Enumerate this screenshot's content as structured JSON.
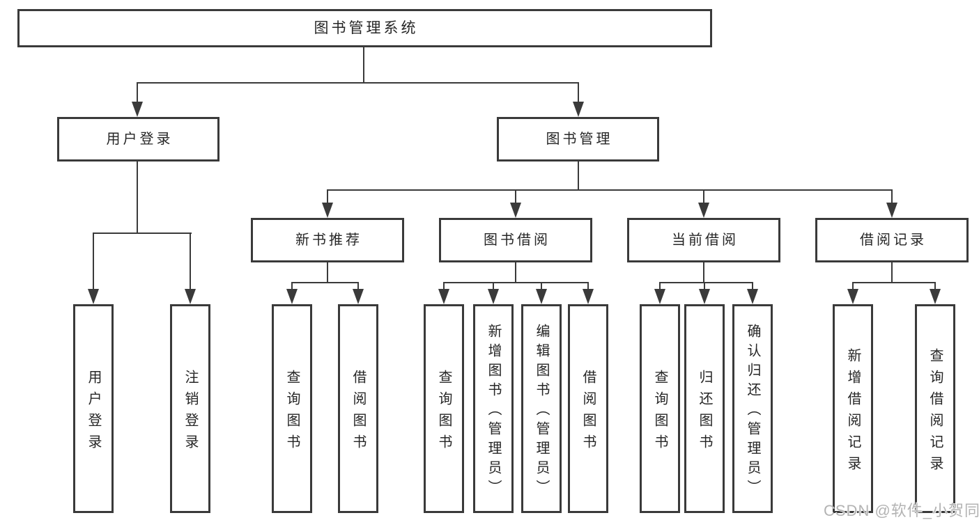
{
  "colors": {
    "line": "#3a3a3a",
    "text": "#262626",
    "bg": "#ffffff",
    "watermark": "#b3b3b3"
  },
  "diagram": {
    "type": "hierarchy-tree",
    "root": {
      "label": "图书管理系统"
    },
    "level2": [
      {
        "label": "用户登录"
      },
      {
        "label": "图书管理"
      }
    ],
    "level3": [
      {
        "label": "新书推荐",
        "parent": "图书管理"
      },
      {
        "label": "图书借阅",
        "parent": "图书管理"
      },
      {
        "label": "当前借阅",
        "parent": "图书管理"
      },
      {
        "label": "借阅记录",
        "parent": "图书管理"
      }
    ],
    "leaves": [
      {
        "label": "用户登录",
        "parent": "用户登录"
      },
      {
        "label": "注销登录",
        "parent": "用户登录"
      },
      {
        "label": "查询图书",
        "parent": "新书推荐"
      },
      {
        "label": "借阅图书",
        "parent": "新书推荐"
      },
      {
        "label": "查询图书",
        "parent": "图书借阅"
      },
      {
        "label": "新增图书（管理员）",
        "parent": "图书借阅"
      },
      {
        "label": "编辑图书（管理员）",
        "parent": "图书借阅"
      },
      {
        "label": "借阅图书",
        "parent": "图书借阅"
      },
      {
        "label": "查询图书",
        "parent": "当前借阅"
      },
      {
        "label": "归还图书",
        "parent": "当前借阅"
      },
      {
        "label": "确认归还（管理员）",
        "parent": "当前借阅"
      },
      {
        "label": "新增借阅记录",
        "parent": "借阅记录"
      },
      {
        "label": "查询借阅记录",
        "parent": "借阅记录"
      }
    ]
  },
  "watermark": {
    "text": "CSDN @软件_小贺同学"
  }
}
